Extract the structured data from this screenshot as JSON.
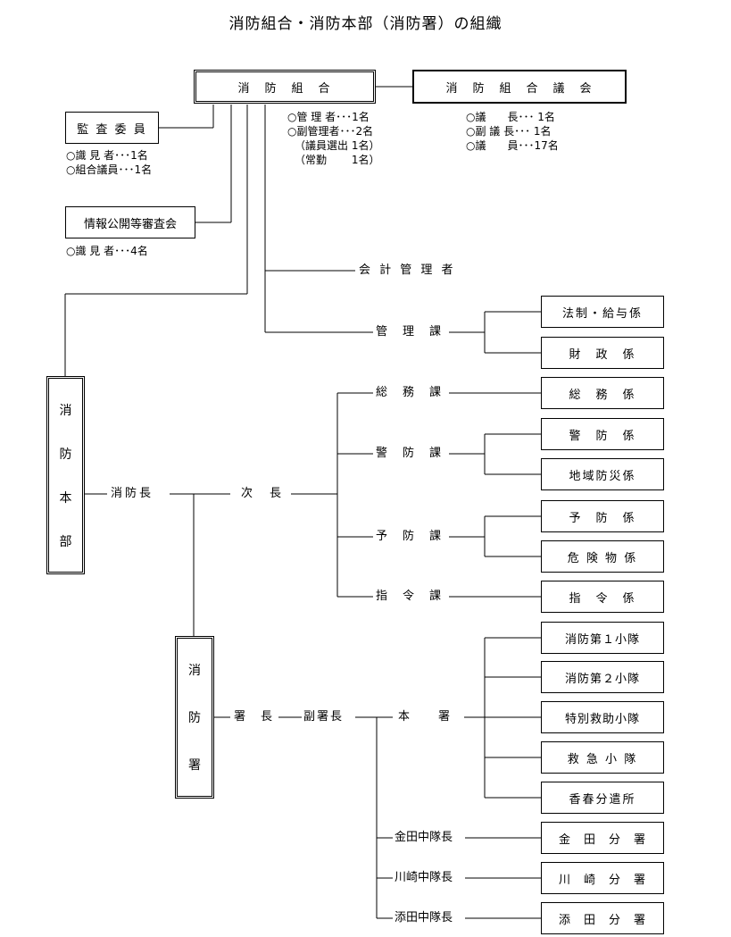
{
  "title": "消防組合・消防本部（消防署）の組織",
  "union": {
    "label": "消　防　組　合",
    "assembly": "消　防　組　合　議　会"
  },
  "union_notes": {
    "l1": "○管 理 者･･･1名",
    "l2": "○副管理者･･･2名",
    "l3": "（議員選出 1名）",
    "l4": "（常勤　　 1名）"
  },
  "assembly_notes": {
    "l1": "○議　　長･･･ 1名",
    "l2": "○副 議 長･･･ 1名",
    "l3": "○議　　員･･･17名"
  },
  "audit": {
    "label": "監 査 委 員",
    "l1": "○識 見 者･･･1名",
    "l2": "○組合議員･･･1名"
  },
  "info": {
    "label": "情報公開等審査会",
    "l1": "○識 見 者･･･4名"
  },
  "hq": {
    "chars": [
      "消",
      "防",
      "本",
      "部"
    ]
  },
  "station": {
    "chars": [
      "消",
      "防",
      "署"
    ]
  },
  "roles": {
    "accountant": "会 計 管 理 者",
    "chief": "消防長",
    "deputy": "次　長",
    "station_chief": "署　長",
    "vice_chief": "副署長",
    "main_station": "本　　署"
  },
  "divisions": {
    "kanri": "管　理　課",
    "somu": "総　務　課",
    "keibo": "警　防　課",
    "yobo": "予　防　課",
    "shirei": "指　令　課"
  },
  "sections": {
    "hosei": "法制・給与係",
    "zaisei": "財　政　係",
    "somu": "総　務　係",
    "keibo": "警　防　係",
    "chiiki": "地域防災係",
    "yobo": "予　防　係",
    "kiken": "危 険 物 係",
    "shirei": "指　令　係"
  },
  "units": {
    "u1": "消防第１小隊",
    "u2": "消防第２小隊",
    "rescue": "特別救助小隊",
    "ambulance": "救 急 小 隊",
    "kasuga": "香春分遣所"
  },
  "squads": {
    "kanada_leader": "金田中隊長",
    "kawasaki_leader": "川崎中隊長",
    "soeda_leader": "添田中隊長",
    "kanada": "金　田　分　署",
    "kawasaki": "川　崎　分　署",
    "soeda": "添　田　分　署"
  }
}
